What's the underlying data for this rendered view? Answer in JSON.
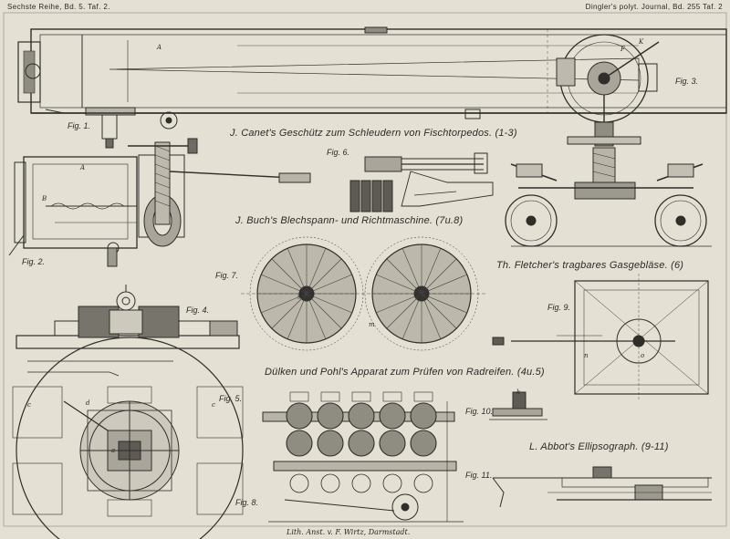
{
  "header": {
    "left": "Sechste Reihe, Bd. 5. Taf. 2.",
    "right": "Dingler's polyt. Journal, Bd. 255 Taf. 2"
  },
  "titles": {
    "canet": "J. Canet's Geschütz zum Schleudern von Fischtorpedos. (1-3)",
    "buch": "J. Buch's Blechspann- und Richtmaschine. (7u.8)",
    "fletcher": "Th. Fletcher's tragbares Gasgebläse. (6)",
    "duelken": "Dülken und Pohl's Apparat zum Prüfen von Radreifen. (4u.5)",
    "abbot": "L. Abbot's Ellipsograph. (9-11)"
  },
  "figures": {
    "f1": "Fig. 1.",
    "f2": "Fig. 2.",
    "f3": "Fig. 3.",
    "f4": "Fig. 4.",
    "f5": "Fig. 5.",
    "f6": "Fig. 6.",
    "f7": "Fig. 7.",
    "f8": "Fig. 8.",
    "f9": "Fig. 9.",
    "f10": "Fig. 10.",
    "f11": "Fig. 11."
  },
  "imprint": "Lith. Anst. v. F. Wirtz, Darmstadt."
}
